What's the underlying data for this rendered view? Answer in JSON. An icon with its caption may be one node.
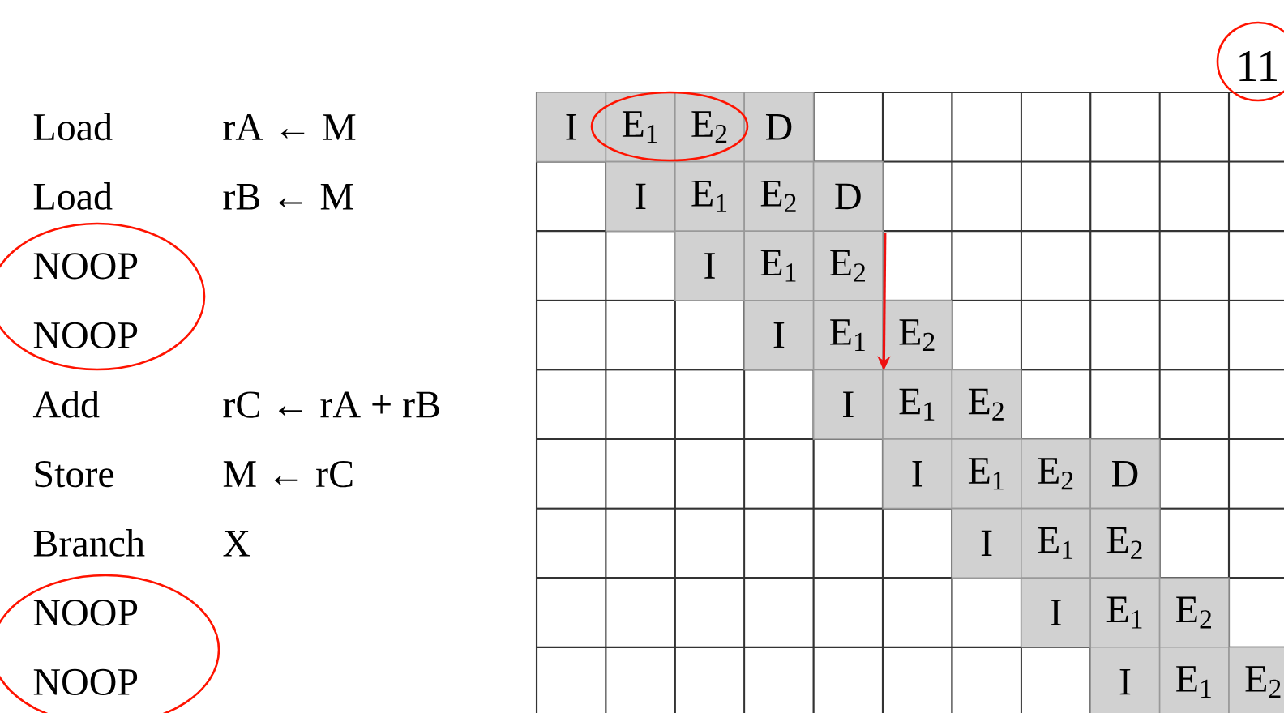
{
  "diagram": {
    "nodes": [
      {
        "text": [
          "I"
        ]
      },
      {
        "text": [
          "E$_{1}$"
        ]
      },
      {
        "text": [
          "E$_{2}$"
        ]
      },
      {
        "text": [
          "D"
        ]
      },
      {
        "text": [
          "I"
        ]
      },
      {
        "text": [
          "E$_{1}$"
        ]
      },
      {
        "text": [
          "E$_{2}$"
        ]
      },
      {
        "text": [
          "D"
        ]
      },
      {
        "text": [
          "I"
        ]
      },
      {
        "text": [
          "E$_{1}$"
        ]
      },
      {
        "text": [
          "E$_{2}$"
        ]
      },
      {
        "text": [
          "I"
        ]
      },
      {
        "text": [
          "E$_{1}$"
        ]
      },
      {
        "text": [
          "E$_{2}$"
        ]
      },
      {
        "text": [
          "I"
        ]
      },
      {
        "text": [
          "E$_{1}$"
        ]
      },
      {
        "text": [
          "E$_{2}$"
        ]
      },
      {
        "text": [
          "I"
        ]
      },
      {
        "text": [
          "E$_{1}$"
        ]
      },
      {
        "text": [
          "E$_{2}$"
        ]
      },
      {
        "text": [
          "D"
        ]
      },
      {
        "text": [
          "I"
        ]
      },
      {
        "text": [
          "E$_{1}$"
        ]
      },
      {
        "text": [
          "E$_{2}$"
        ]
      },
      {
        "text": [
          "I"
        ]
      },
      {
        "text": [
          "E$_{1}$"
        ]
      },
      {
        "text": [
          "E$_{2}$"
        ]
      },
      {
        "text": [
          "I"
        ]
      },
      {
        "text": [
          "E$_{1}$"
        ]
      },
      {
        "text": [
          "E$_{2}$"
        ]
      }
    ],
    "edges": [
      {
        "from": 7,
        "to": 15,
        "arrow": "to",
        "color": "#ee1111"
      }
    ],
    "labels": [
      "11",
      "Load",
      "rA ← M",
      "Load",
      "rB ← M",
      "NOOP",
      "NOOP",
      "Add",
      "rC ← rA + rB",
      "Store",
      "M ← rC",
      "Branch",
      "X",
      "NOOP",
      "NOOP"
    ]
  }
}
